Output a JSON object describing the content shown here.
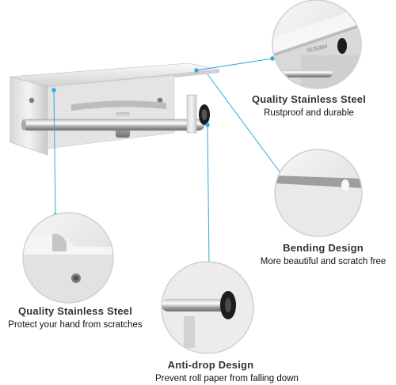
{
  "features": [
    {
      "title": "Quality Stainless Steel",
      "subtitle": "Rustproof and durable",
      "stamp": "SUS304"
    },
    {
      "title": "Bending Design",
      "subtitle": "More beautiful and scratch free"
    },
    {
      "title": "Quality Stainless Steel",
      "subtitle": "Protect your hand from scratches"
    },
    {
      "title": "Anti-drop Design",
      "subtitle": "Prevent roll paper from falling down"
    }
  ],
  "colors": {
    "leader_line": "#2ea8e0",
    "circle_border": "#d0d0d0",
    "steel_light": "#f4f4f4",
    "steel_dark": "#9a9a9a"
  }
}
